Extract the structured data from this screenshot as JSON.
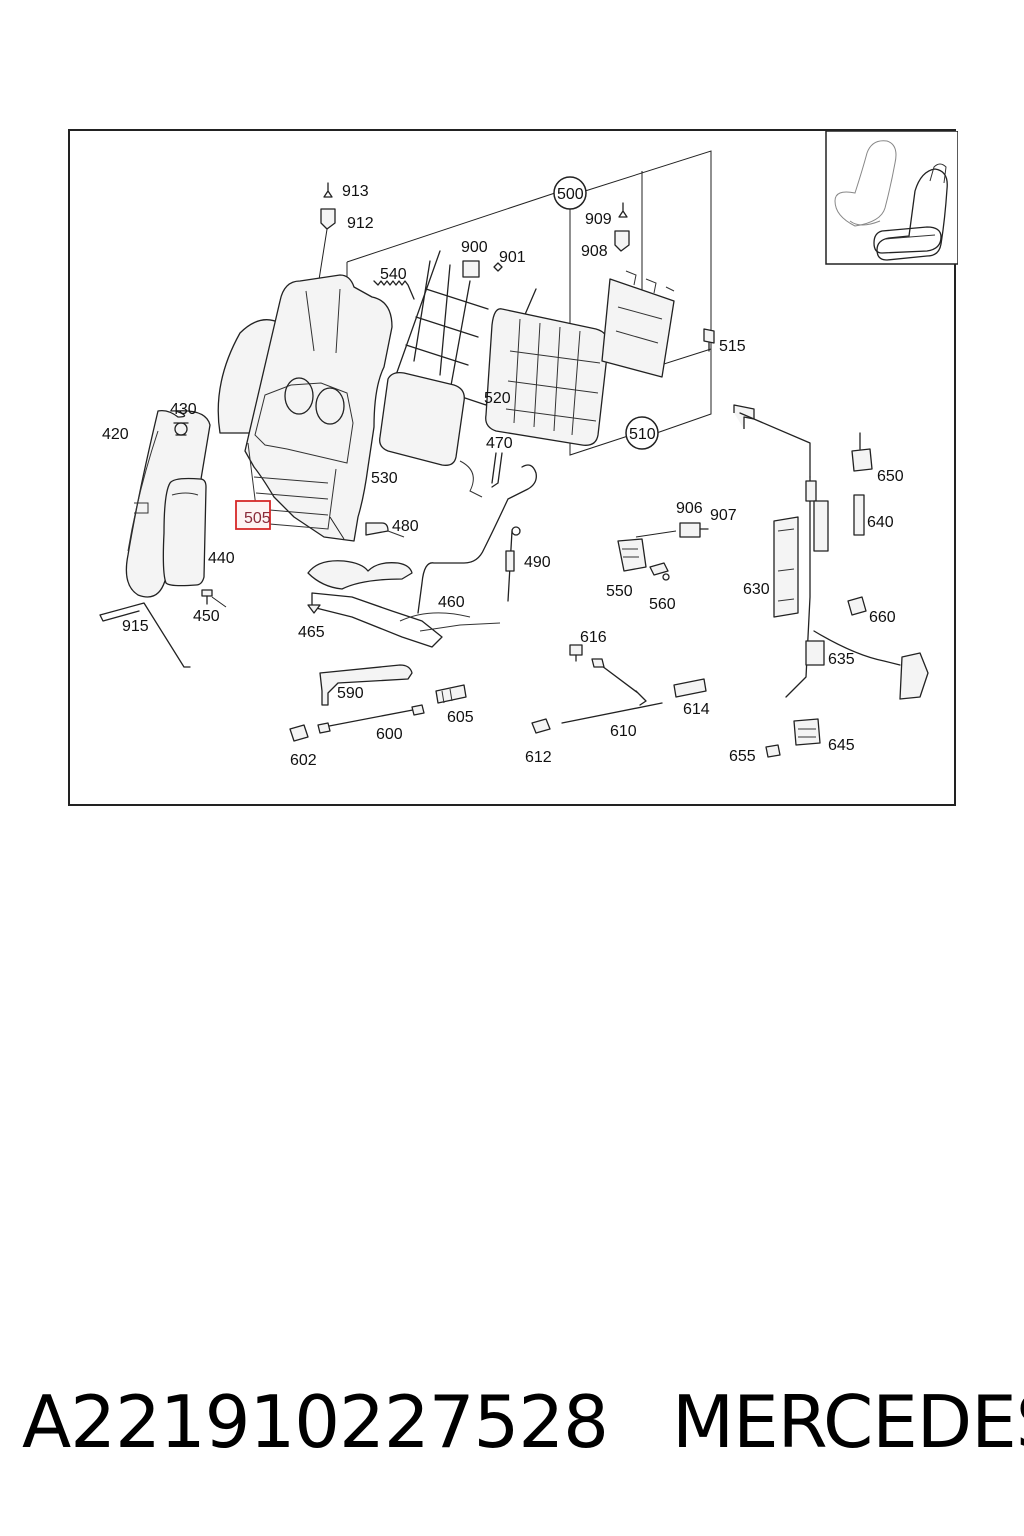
{
  "diagram": {
    "highlighted": "505",
    "labels": {
      "p913": "913",
      "p912": "912",
      "p500": "500",
      "p909": "909",
      "p908": "908",
      "p900": "900",
      "p901": "901",
      "p540": "540",
      "p515": "515",
      "p520": "520",
      "p510": "510",
      "p430": "430",
      "p420": "420",
      "p470": "470",
      "p530": "530",
      "p650": "650",
      "p906": "906",
      "p907": "907",
      "p640": "640",
      "p505": "505",
      "p480": "480",
      "p440": "440",
      "p490": "490",
      "p550": "550",
      "p560": "560",
      "p630": "630",
      "p450": "450",
      "p460": "460",
      "p915": "915",
      "p465": "465",
      "p660": "660",
      "p616": "616",
      "p635": "635",
      "p590": "590",
      "p605": "605",
      "p614": "614",
      "p600": "600",
      "p610": "610",
      "p602": "602",
      "p612": "612",
      "p645": "645",
      "p655": "655"
    }
  },
  "footer": {
    "part_number": "A221910227528",
    "brand": "MERCEDES"
  }
}
